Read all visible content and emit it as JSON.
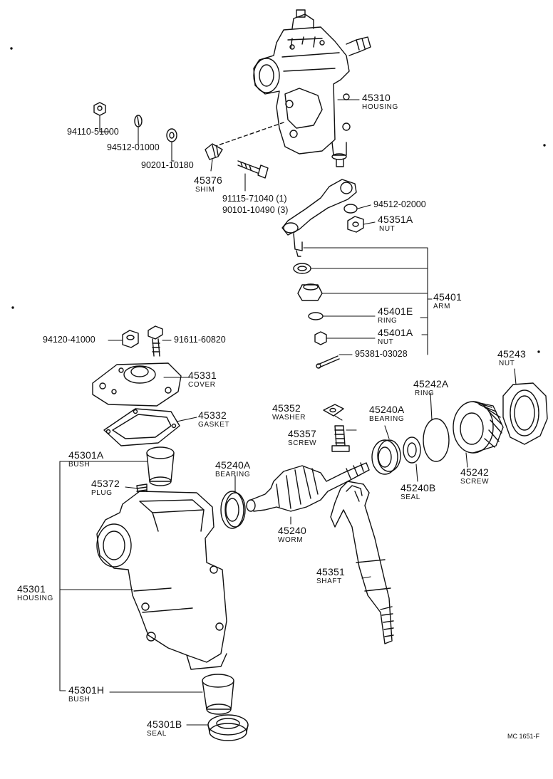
{
  "parts": {
    "housing_top": {
      "number": "45310",
      "name": "HOUSING"
    },
    "nut_94110": {
      "number": "94110-51000"
    },
    "washer_94512a": {
      "number": "94512-01000"
    },
    "washer_90201": {
      "number": "90201-10180"
    },
    "shim": {
      "number": "45376",
      "name": "SHIM"
    },
    "bolt_91115": {
      "number": "91115-71040 (1)"
    },
    "bolt_90101": {
      "number": "90101-10490 (3)"
    },
    "washer_94512b": {
      "number": "94512-02000"
    },
    "nut_45351a": {
      "number": "45351A",
      "name": "NUT"
    },
    "arm": {
      "number": "45401",
      "name": "ARM"
    },
    "ring_45401e": {
      "number": "45401E",
      "name": "RING"
    },
    "nut_45401a": {
      "number": "45401A",
      "name": "NUT"
    },
    "pin_95381": {
      "number": "95381-03028"
    },
    "nut_94120": {
      "number": "94120-41000"
    },
    "bolt_91611": {
      "number": "91611-60820"
    },
    "cover": {
      "number": "45331",
      "name": "COVER"
    },
    "gasket": {
      "number": "45332",
      "name": "GASKET"
    },
    "washer_45352": {
      "number": "45352",
      "name": "WASHER"
    },
    "screw_45357": {
      "number": "45357",
      "name": "SCREW"
    },
    "bearing_45240a_right": {
      "number": "45240A",
      "name": "BEARING"
    },
    "ring_45242a": {
      "number": "45242A",
      "name": "RING"
    },
    "nut_45243": {
      "number": "45243",
      "name": "NUT"
    },
    "bush_45301a": {
      "number": "45301A",
      "name": "BUSH"
    },
    "plug": {
      "number": "45372",
      "name": "PLUG"
    },
    "bearing_45240a_left": {
      "number": "45240A",
      "name": "BEARING"
    },
    "seal_45240b": {
      "number": "45240B",
      "name": "SEAL"
    },
    "screw_45242": {
      "number": "45242",
      "name": "SCREW"
    },
    "worm": {
      "number": "45240",
      "name": "WORM"
    },
    "housing_main": {
      "number": "45301",
      "name": "HOUSING"
    },
    "shaft": {
      "number": "45351",
      "name": "SHAFT"
    },
    "bush_45301h": {
      "number": "45301H",
      "name": "BUSH"
    },
    "seal_45301b": {
      "number": "45301B",
      "name": "SEAL"
    }
  },
  "figure_code": "MC 1651-F"
}
